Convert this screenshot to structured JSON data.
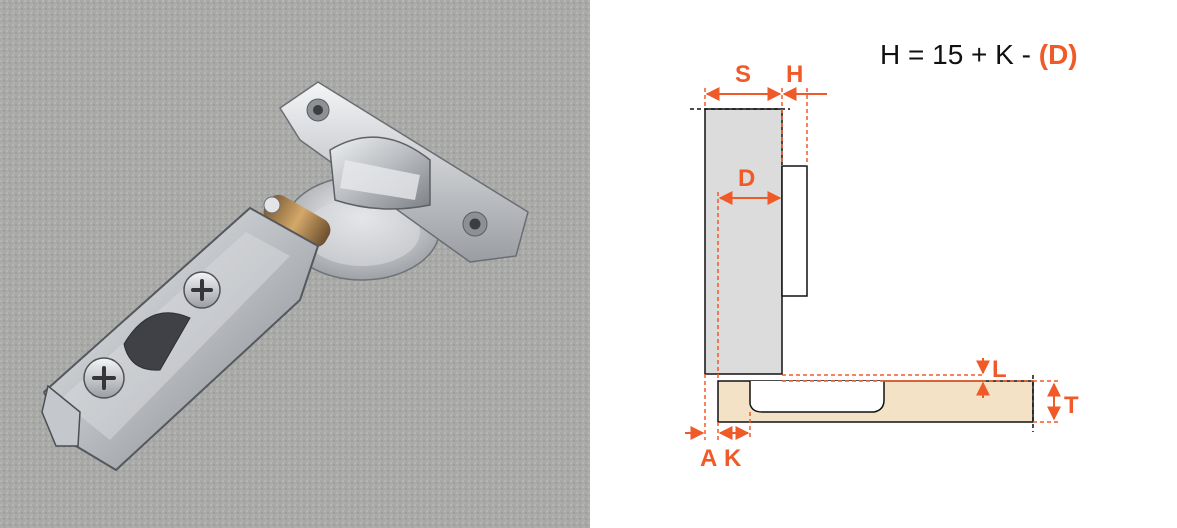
{
  "photo": {
    "subject": "concealed-cabinet-hinge",
    "background_color": "#a9aaa8",
    "metal_color": "#c9cbce"
  },
  "diagram": {
    "formula": {
      "prefix": "H = 15 + K - ",
      "highlight": "(D)"
    },
    "labels": {
      "S": "S",
      "H": "H",
      "D": "D",
      "L": "L",
      "T": "T",
      "A": "A",
      "K": "K"
    },
    "colors": {
      "accent": "#f05a28",
      "panel_gray": "#dcdcdc",
      "door_wood": "#f3e2c6",
      "outline": "#111111"
    }
  }
}
